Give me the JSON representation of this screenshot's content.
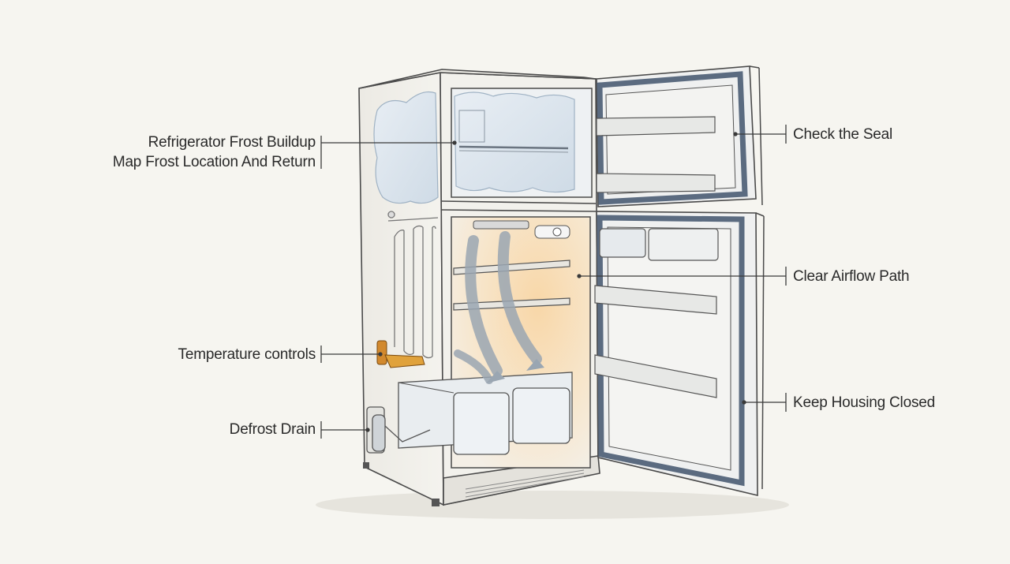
{
  "colors": {
    "background": "#f6f5f0",
    "outline": "#4a4a4a",
    "frost": "#dfe8f0",
    "interior_glow": "#f6d9b0",
    "airflow_arrow": "#9aa6b2",
    "door_gasket": "#5b6b80",
    "control_accent": "#d2892e"
  },
  "callouts": {
    "frost_buildup": {
      "line1": "Refrigerator Frost Buildup",
      "line2": "Map Frost Location And Return"
    },
    "temperature_controls": "Temperature controls",
    "defrost_drain": "Defrost Drain",
    "check_seal": "Check the Seal",
    "airflow_path": "Clear Airflow Path",
    "keep_housing_closed": "Keep Housing Closed"
  }
}
